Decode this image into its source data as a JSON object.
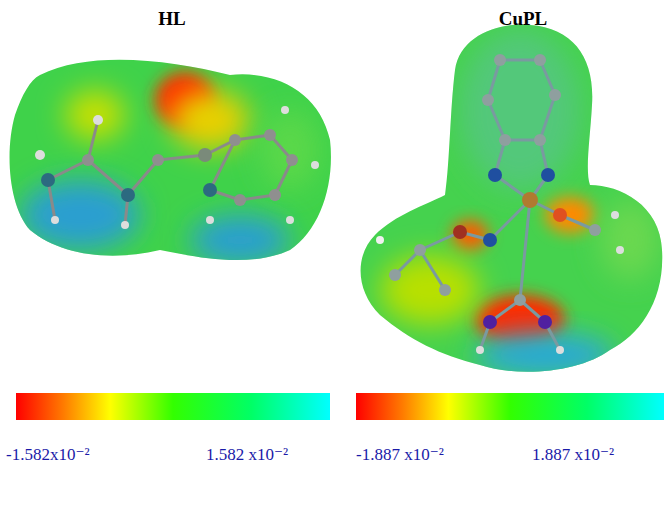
{
  "diagram": {
    "labels": [
      "HL",
      "CuPL",
      "-1.582x10⁻²",
      "1.582 x10⁻²",
      "-1.887 x10⁻²",
      "1.887 x10⁻²"
    ]
  }
}
